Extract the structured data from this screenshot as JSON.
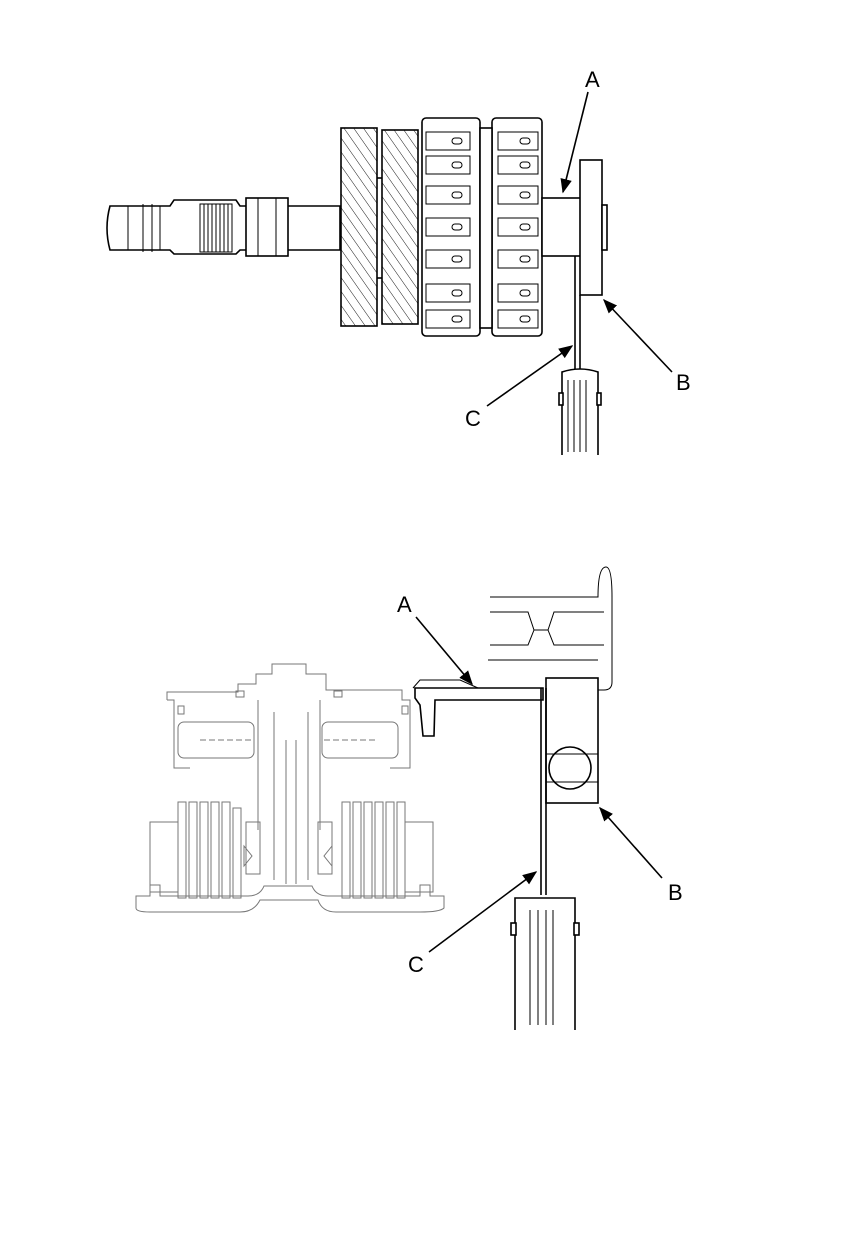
{
  "figure": {
    "top_view": {
      "callouts": [
        {
          "id": "A",
          "label": "A"
        },
        {
          "id": "B",
          "label": "B"
        },
        {
          "id": "C",
          "label": "C"
        }
      ]
    },
    "bottom_view": {
      "callouts": [
        {
          "id": "A",
          "label": "A"
        },
        {
          "id": "B",
          "label": "B"
        },
        {
          "id": "C",
          "label": "C"
        }
      ]
    }
  },
  "colors": {
    "line": "#000000",
    "background": "#ffffff"
  }
}
